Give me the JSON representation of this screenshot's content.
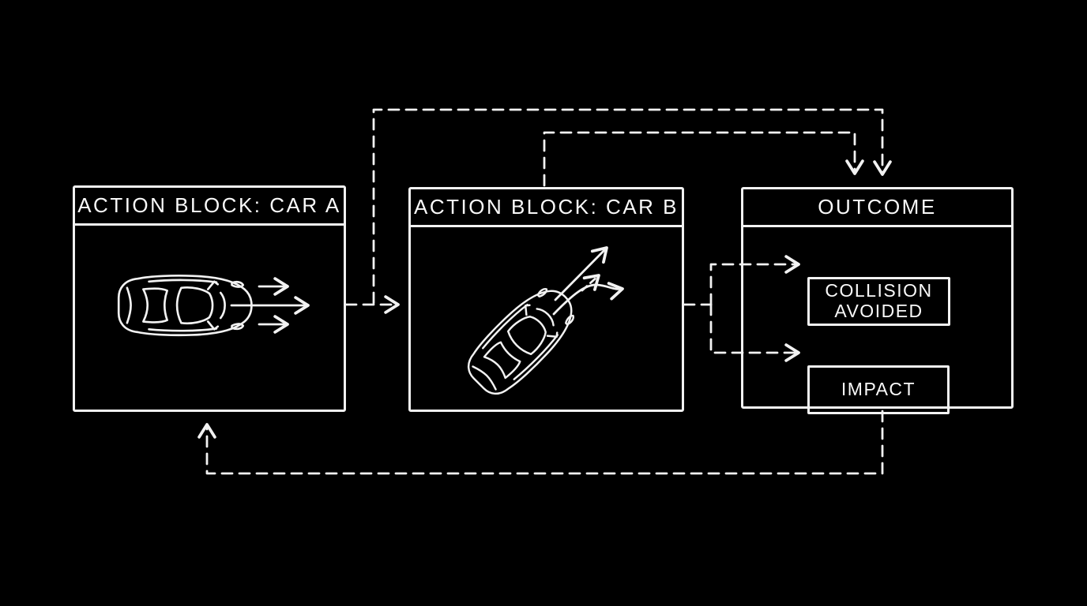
{
  "diagram": {
    "background_color": "#000000",
    "stroke_color": "#f2f2f2",
    "blocks": {
      "car_a": {
        "title": "ACTION BLOCK: CAR A",
        "icon": "car-top-view-icon",
        "motion": "three straight arrows pointing right"
      },
      "car_b": {
        "title": "ACTION BLOCK: CAR B",
        "icon": "car-top-view-rotated-icon",
        "motion": "straight arrow up-right, short dashed arrow, curved swerve arrow to the right"
      },
      "outcome": {
        "title": "OUTCOME",
        "options": [
          {
            "label": "COLLISION AVOIDED"
          },
          {
            "label": "IMPACT"
          }
        ]
      }
    }
  }
}
